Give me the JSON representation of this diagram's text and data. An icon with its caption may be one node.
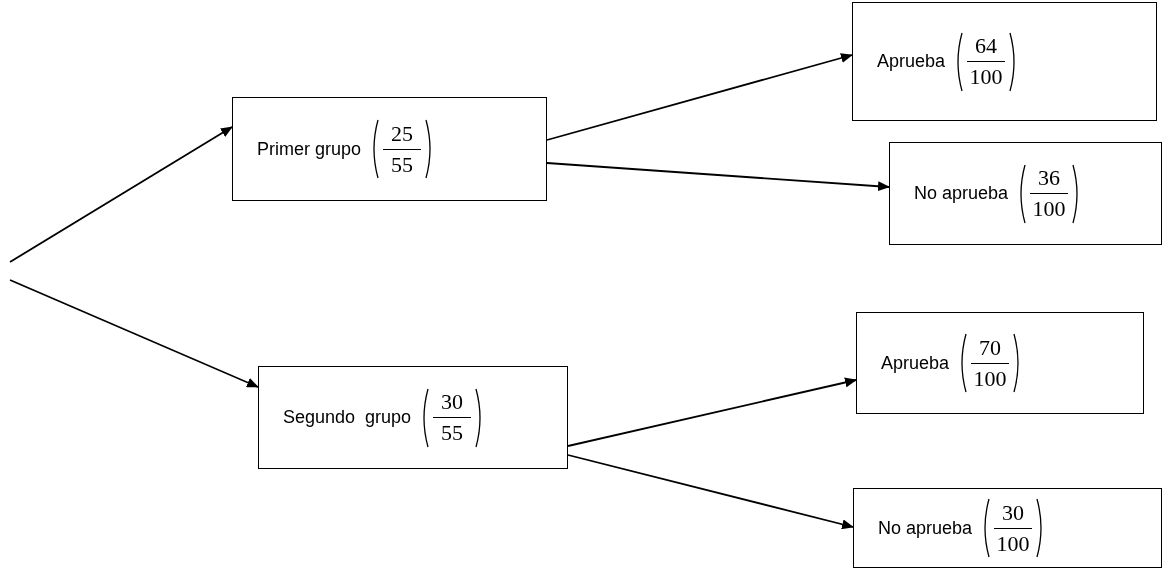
{
  "diagram": {
    "nodes": [
      {
        "text": [
          "Primer grupo",
          "25",
          "55"
        ]
      },
      {
        "text": [
          "Aprueba",
          "64",
          "100"
        ]
      },
      {
        "text": [
          "No aprueba",
          "36",
          "100"
        ]
      },
      {
        "text": [
          "Segundo  grupo",
          "30",
          "55"
        ]
      },
      {
        "text": [
          "Aprueba",
          "70",
          "100"
        ]
      },
      {
        "text": [
          "No aprueba",
          "30",
          "100"
        ]
      }
    ],
    "edges": [
      {
        "from": null,
        "to": 0,
        "arrow": "to"
      },
      {
        "from": null,
        "to": 3,
        "arrow": "to"
      },
      {
        "from": 0,
        "to": 1,
        "arrow": "to"
      },
      {
        "from": 0,
        "to": 2,
        "arrow": "to"
      },
      {
        "from": 3,
        "to": 4,
        "arrow": "to"
      },
      {
        "from": 3,
        "to": 5,
        "arrow": "to"
      }
    ]
  }
}
